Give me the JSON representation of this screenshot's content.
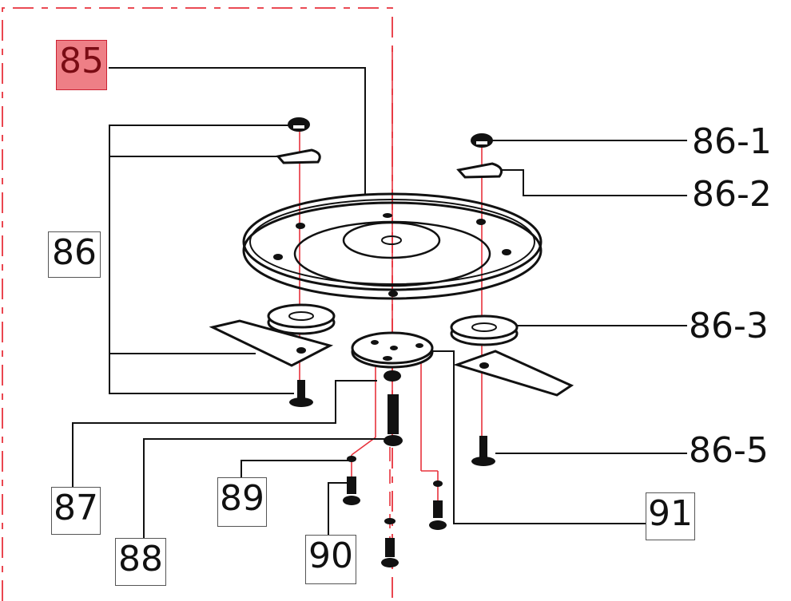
{
  "diagram": {
    "callouts": {
      "c85": "85",
      "c86": "86",
      "c86_1": "86-1",
      "c86_2": "86-2",
      "c86_3": "86-3",
      "c86_5": "86-5",
      "c87": "87",
      "c88": "88",
      "c89": "89",
      "c90": "90",
      "c91": "91"
    },
    "selected_callout": "85",
    "colors": {
      "highlight": "#ee7f86",
      "assembly_border": "#e8323c",
      "axis_line": "#e8323c",
      "ink": "#111111"
    }
  }
}
